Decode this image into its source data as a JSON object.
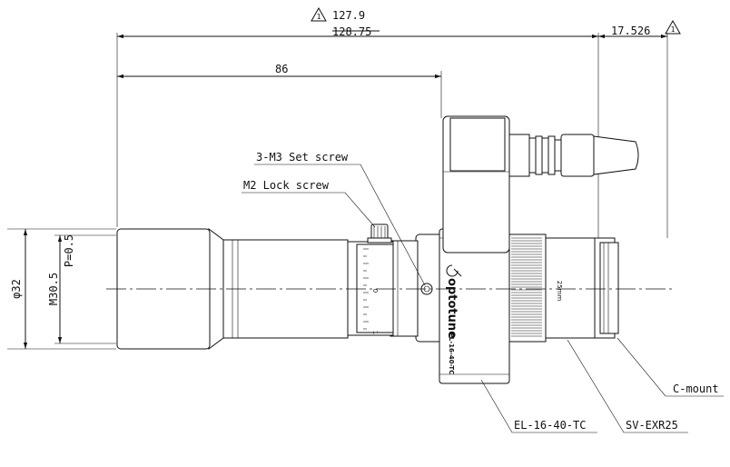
{
  "dimensions": {
    "overall_length_new": "127.9",
    "overall_length_old": "128.75",
    "to_lens_length": "86",
    "cmount_offset": "17.526",
    "diameter": "φ32",
    "thread": "M30.5",
    "pitch": "P=0.5"
  },
  "callouts": {
    "set_screw": "3-M3 Set screw",
    "lock_screw": "M2 Lock screw",
    "c_mount": "C-mount",
    "lens_model": "EL-16-40-TC",
    "sv_model": "SV-EXR25"
  },
  "markings": {
    "brand": "optotune",
    "model": "EL-16-40-TC",
    "focal": "25mm",
    "scale_zero": "0",
    "scale_tick": "1"
  },
  "revision_symbol": "1"
}
